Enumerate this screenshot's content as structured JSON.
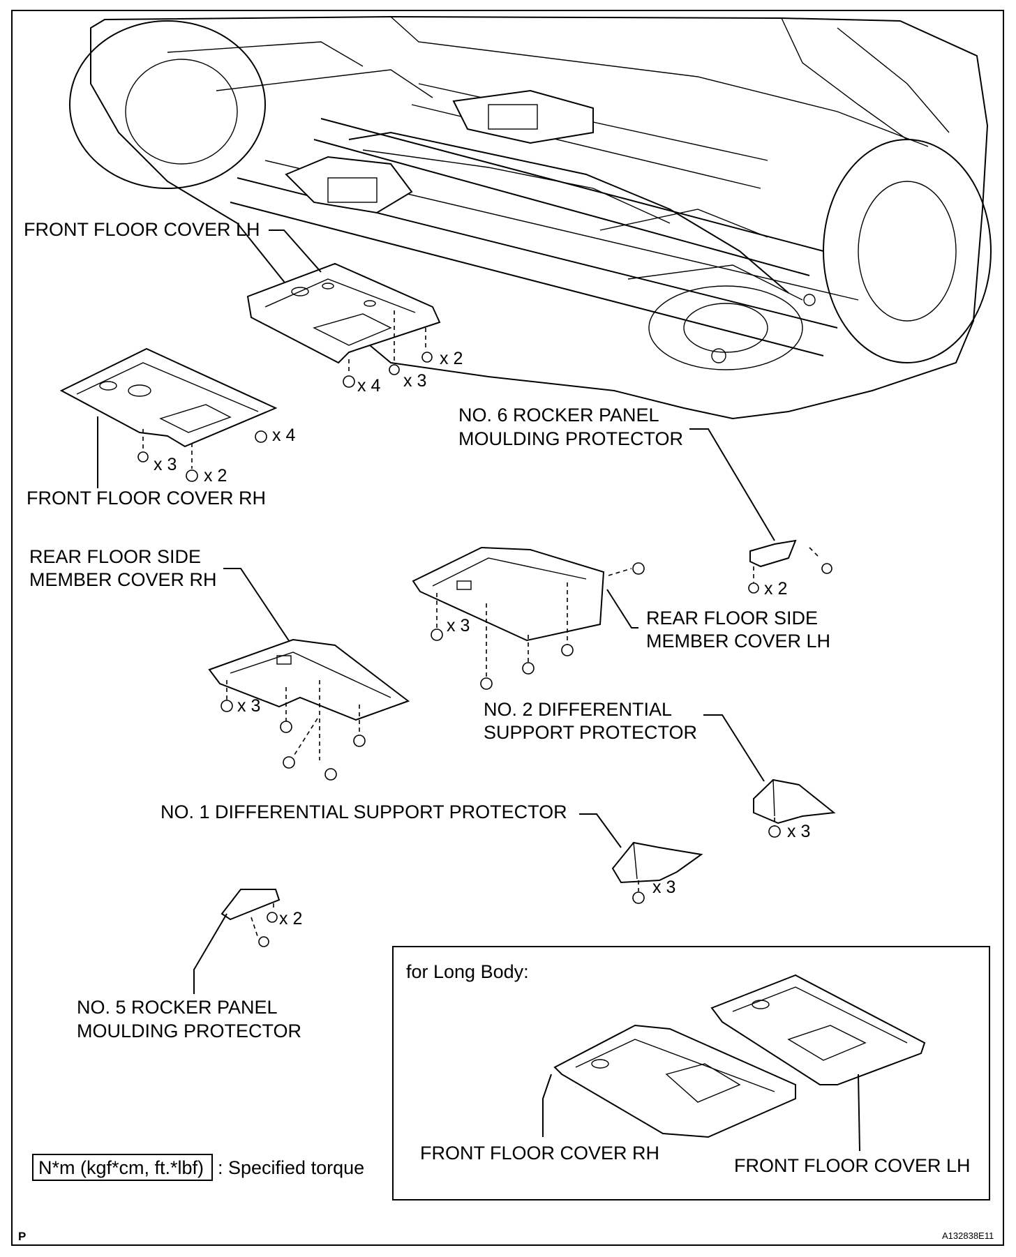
{
  "labels": {
    "front_floor_cover_lh": "FRONT FLOOR COVER LH",
    "front_floor_cover_rh": "FRONT FLOOR COVER RH",
    "rear_floor_side_member_cover_rh_1": "REAR FLOOR SIDE",
    "rear_floor_side_member_cover_rh_2": "MEMBER COVER RH",
    "rear_floor_side_member_cover_lh_1": "REAR FLOOR SIDE",
    "rear_floor_side_member_cover_lh_2": "MEMBER COVER LH",
    "no6_rocker_1": "NO. 6 ROCKER PANEL",
    "no6_rocker_2": "MOULDING PROTECTOR",
    "no2_diff_1": "NO. 2 DIFFERENTIAL",
    "no2_diff_2": "SUPPORT PROTECTOR",
    "no1_diff": "NO. 1 DIFFERENTIAL SUPPORT PROTECTOR",
    "no5_rocker_1": "NO. 5 ROCKER PANEL",
    "no5_rocker_2": "MOULDING PROTECTOR"
  },
  "quantities": {
    "lh_cover_bolts": "x 2",
    "lh_cover_clips": "x 3",
    "lh_cover_nuts": "x 4",
    "rh_cover_nuts": "x 4",
    "rh_cover_clips": "x 3",
    "rh_cover_bolts": "x 2",
    "no6_bolts": "x 2",
    "lh_member_bolts": "x 3",
    "rh_member_bolts": "x 3",
    "no2_diff_bolts": "x 3",
    "no1_diff_bolts": "x 3",
    "no5_bolts": "x 2"
  },
  "long_body": {
    "title": "for Long Body:",
    "rh_label": "FRONT FLOOR COVER RH",
    "lh_label": "FRONT FLOOR COVER LH"
  },
  "legend": {
    "torque_box": "N*m (kgf*cm, ft.*lbf)",
    "torque_desc": ": Specified torque"
  },
  "footer": {
    "page_mark": "P",
    "figure_id": "A132838E11"
  }
}
